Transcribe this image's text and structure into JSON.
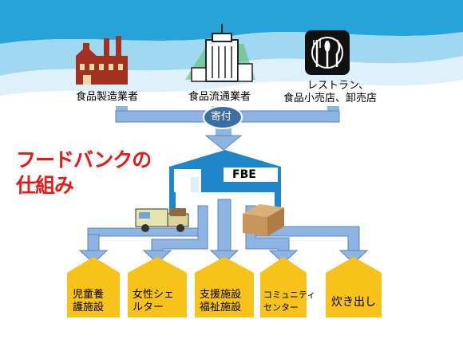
{
  "sources": [
    {
      "label": "食品製造業者",
      "icon": "factory-icon"
    },
    {
      "label": "食品流通業者",
      "icon": "office-building-icon"
    },
    {
      "label_line1": "レストラン、",
      "label_line2": "食品小売店、卸売店",
      "icon": "restaurant-utensils-icon"
    }
  ],
  "donation_label": "寄付",
  "title_line1": "フードバンクの",
  "title_line2": "仕組み",
  "warehouse_label": "FBE",
  "recipients": [
    {
      "line1": "児童養",
      "line2": "護施設"
    },
    {
      "line1": "女性シェ",
      "line2": "ルター"
    },
    {
      "line1": "支援施設",
      "line2": "福祉施設"
    },
    {
      "line1": "コミュニティ",
      "line2": "センター"
    },
    {
      "line1": "炊き出し",
      "line2": ""
    }
  ],
  "colors": {
    "arrow": "#8eb4e3",
    "arrow_edge": "#5b84b8",
    "warehouse": "#1f86c9",
    "donation_bubble": "#3a6ea5",
    "recipient_fill": "#f7c21a",
    "title": "#e21a1a",
    "wave_top": "#27a3d8"
  }
}
